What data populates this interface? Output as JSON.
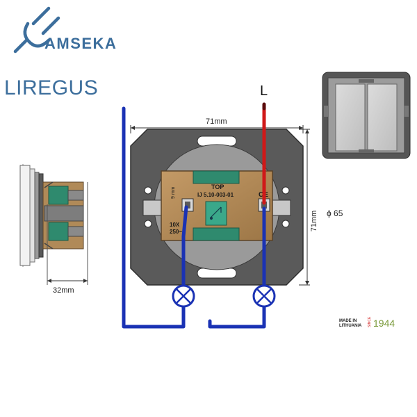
{
  "logos": {
    "amseka": "AMSEKA",
    "liregus": "LIREGUS"
  },
  "labels": {
    "line": "L",
    "width_top": "71mm",
    "height_right": "71mm",
    "diameter": "ϕ 65",
    "depth": "32mm"
  },
  "switch_plate": {
    "top": "TOP",
    "model": "IJ 5.10-003-01",
    "ce": "CE",
    "rating_current": "10X",
    "rating_voltage": "250~",
    "strip_length": "9 mm"
  },
  "origin": {
    "made_in": "MADE IN",
    "country": "LITHUANIA",
    "since": "SINCE",
    "year": "1944"
  },
  "colors": {
    "wire_blue": "#1a32b4",
    "wire_red": "#d01818",
    "frame": "#5a5a5a",
    "plate": "#b08a58",
    "terminal_green": "#2f8a6e",
    "logo_blue": "#3c6e9c",
    "year_green": "#7a9a3a"
  },
  "icons": [
    "plug-icon",
    "lamp-icon",
    "switch-contact-icon"
  ]
}
